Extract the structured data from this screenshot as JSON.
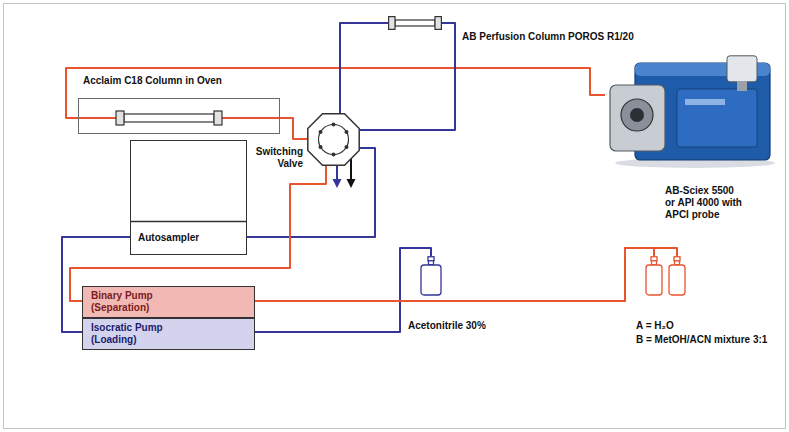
{
  "diagram": {
    "nodes": [
      {
        "text": [
          "Acclaim C18 Column in Oven"
        ]
      },
      {
        "text": [
          "AB Perfusion Column POROS R1/20"
        ]
      },
      {
        "text": [
          "Switching Valve"
        ]
      },
      {
        "text": [
          "Autosampler"
        ]
      },
      {
        "text": [
          "AB-Sciex 5500 or API 4000 with APCI probe"
        ]
      },
      {
        "text": [
          "Binary Pump (Separation)"
        ]
      },
      {
        "text": [
          "Isocratic Pump (Loading)"
        ]
      },
      {
        "text": [
          "Acetonitrile 30%"
        ]
      },
      {
        "text": [
          "A = H₂O"
        ]
      },
      {
        "text": [
          "B = MetOH/ACN mixture 3:1"
        ]
      }
    ],
    "edges": [
      {
        "from": 6,
        "to": 3,
        "arrow": "none"
      },
      {
        "from": 3,
        "to": 2,
        "arrow": "none"
      },
      {
        "from": 5,
        "to": 2,
        "arrow": "none"
      },
      {
        "from": 2,
        "to": 0,
        "arrow": "none"
      },
      {
        "from": 0,
        "to": 4,
        "arrow": "none"
      },
      {
        "from": 2,
        "to": 1,
        "arrow": "none"
      },
      {
        "from": 1,
        "to": 2,
        "arrow": "none"
      },
      {
        "from": 7,
        "to": 6,
        "arrow": "none"
      },
      {
        "from": 8,
        "to": 5,
        "arrow": "none"
      },
      {
        "from": 9,
        "to": 5,
        "arrow": "none"
      }
    ]
  }
}
